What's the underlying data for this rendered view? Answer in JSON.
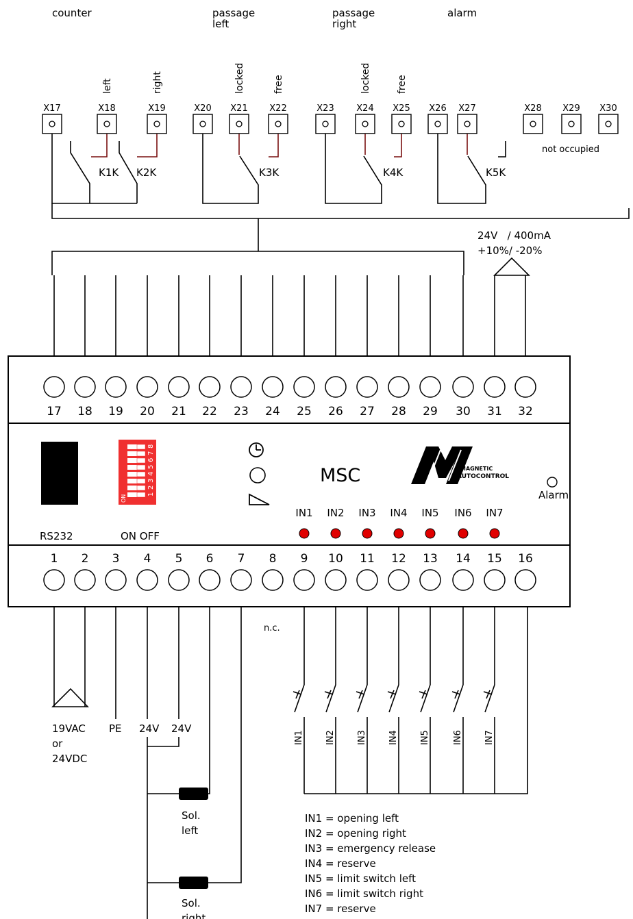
{
  "groups": {
    "counter": "counter",
    "passage_left": [
      "passage",
      "left"
    ],
    "passage_right": [
      "passage",
      "right"
    ],
    "alarm": "alarm"
  },
  "top_terminals": [
    {
      "id": "X17",
      "label": ""
    },
    {
      "id": "X18",
      "label": "left"
    },
    {
      "id": "X19",
      "label": "right"
    },
    {
      "id": "X20",
      "label": ""
    },
    {
      "id": "X21",
      "label": "locked"
    },
    {
      "id": "X22",
      "label": "free"
    },
    {
      "id": "X23",
      "label": ""
    },
    {
      "id": "X24",
      "label": "locked"
    },
    {
      "id": "X25",
      "label": "free"
    },
    {
      "id": "X26",
      "label": ""
    },
    {
      "id": "X27",
      "label": ""
    },
    {
      "id": "X28",
      "label": ""
    },
    {
      "id": "X29",
      "label": ""
    },
    {
      "id": "X30",
      "label": ""
    }
  ],
  "relays": [
    "K1K",
    "K2K",
    "K3K",
    "K4K",
    "K5K"
  ],
  "not_occupied": "not occupied",
  "supply_top": {
    "line1": "24V   / 400mA",
    "line2": "+10%/ -20%"
  },
  "upper_terminal_numbers": [
    "17",
    "18",
    "19",
    "20",
    "21",
    "22",
    "23",
    "24",
    "25",
    "26",
    "27",
    "28",
    "29",
    "30",
    "31",
    "32"
  ],
  "lower_terminal_numbers": [
    "1",
    "2",
    "3",
    "4",
    "5",
    "6",
    "7",
    "8",
    "9",
    "10",
    "11",
    "12",
    "13",
    "14",
    "15",
    "16"
  ],
  "device": {
    "rs232": "RS232",
    "dip_label": "ON OFF",
    "dip_on": "ON",
    "dip_numbers": [
      "1",
      "2",
      "3",
      "4",
      "5",
      "6",
      "7",
      "8"
    ],
    "model": "MSC",
    "logo_line1": "MAGNETIC",
    "logo_line2": "AUTOCONTROL",
    "logo_tm": "™",
    "alarm": "Alarm",
    "inputs": [
      "IN1",
      "IN2",
      "IN3",
      "IN4",
      "IN5",
      "IN6",
      "IN7"
    ],
    "led_color": "#e00000",
    "dip_color": "#f03030"
  },
  "nc_label": "n.c.",
  "supply_bottom": {
    "line1": "19VAC",
    "line2": "or",
    "line3": "24VDC"
  },
  "pe_label": "PE",
  "v24_a": "24V",
  "v24_b": "24V",
  "sol_left": [
    "Sol.",
    "left"
  ],
  "sol_right": [
    "Sol.",
    "right"
  ],
  "switch_labels": [
    "IN1",
    "IN2",
    "IN3",
    "IN4",
    "IN5",
    "IN6",
    "IN7"
  ],
  "legend": [
    "IN1 = opening left",
    "IN2 = opening right",
    "IN3 = emergency release",
    "IN4 = reserve",
    "IN5 = limit switch left",
    "IN6 = limit switch right",
    "IN7 = reserve"
  ]
}
